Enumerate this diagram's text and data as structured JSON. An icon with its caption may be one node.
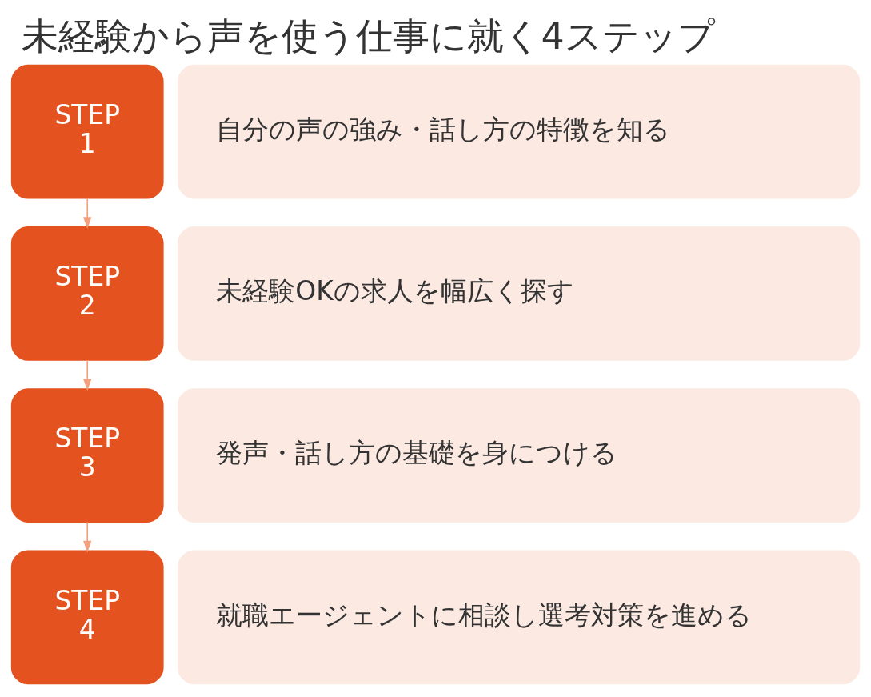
{
  "diagram": {
    "title": "未経験から声を使う仕事に就く4ステップ",
    "nodes": [
      {
        "text": [
          "STEP 1"
        ]
      },
      {
        "text": [
          "自分の声の強み・話し方の特徴を知る"
        ]
      },
      {
        "text": [
          "STEP 2"
        ]
      },
      {
        "text": [
          "未経験OKの求人を幅広く探す"
        ]
      },
      {
        "text": [
          "STEP 3"
        ]
      },
      {
        "text": [
          "発声・話し方の基礎を身につける"
        ]
      },
      {
        "text": [
          "STEP 4"
        ]
      },
      {
        "text": [
          "就職エージェントに相談し選考対策を進める"
        ]
      }
    ],
    "edges": [
      {
        "from": 0,
        "to": 2,
        "arrow": "to"
      },
      {
        "from": 2,
        "to": 4,
        "arrow": "to"
      },
      {
        "from": 4,
        "to": 6,
        "arrow": "to"
      }
    ]
  }
}
